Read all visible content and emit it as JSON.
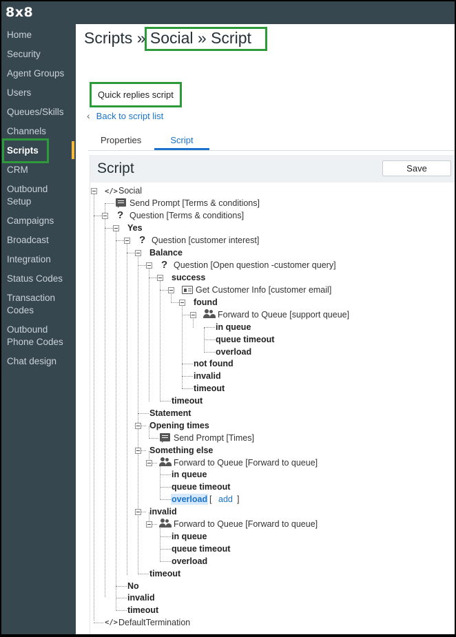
{
  "app": {
    "logo": "8x8"
  },
  "sidebar": {
    "items": [
      {
        "label": "Home"
      },
      {
        "label": "Security"
      },
      {
        "label": "Agent Groups"
      },
      {
        "label": "Users"
      },
      {
        "label": "Queues/Skills"
      },
      {
        "label": "Channels"
      },
      {
        "label": "Scripts",
        "active": true
      },
      {
        "label": "CRM"
      },
      {
        "label": "Outbound Setup"
      },
      {
        "label": "Campaigns"
      },
      {
        "label": "Broadcast"
      },
      {
        "label": "Integration"
      },
      {
        "label": "Status Codes"
      },
      {
        "label": "Transaction Codes"
      },
      {
        "label": "Outbound Phone Codes"
      },
      {
        "label": "Chat design"
      }
    ],
    "active_color": "#f6b93b"
  },
  "header": {
    "breadcrumb_root": "Scripts",
    "separator": "»",
    "breadcrumb_rest": "Social » Script"
  },
  "script": {
    "name": "Quick replies script",
    "back_label": "Back to script list"
  },
  "tabs": [
    {
      "label": "Properties"
    },
    {
      "label": "Script",
      "active": true
    }
  ],
  "panel": {
    "title": "Script",
    "save_label": "Save"
  },
  "tree": {
    "nodes": [
      {
        "label": "Social",
        "icon": "code-icon"
      },
      {
        "label": "Send Prompt [Terms & conditions]",
        "icon": "chat-icon"
      },
      {
        "label": "Question [Terms & conditions]",
        "icon": "question-icon"
      },
      {
        "label": "Yes"
      },
      {
        "label": "Question [customer interest]",
        "icon": "question-icon"
      },
      {
        "label": "Balance"
      },
      {
        "label": "Question [Open question -customer query]",
        "icon": "question-icon"
      },
      {
        "label": "success"
      },
      {
        "label": "Get Customer Info [customer email]",
        "icon": "id-card-icon"
      },
      {
        "label": "found"
      },
      {
        "label": "Forward to Queue [support queue]",
        "icon": "people-icon"
      },
      {
        "label": "in queue"
      },
      {
        "label": "queue timeout"
      },
      {
        "label": "overload"
      },
      {
        "label": "not found"
      },
      {
        "label": "invalid"
      },
      {
        "label": "timeout"
      },
      {
        "label": "timeout"
      },
      {
        "label": "Statement"
      },
      {
        "label": "Opening times"
      },
      {
        "label": "Send Prompt [Times]",
        "icon": "chat-icon"
      },
      {
        "label": "Something else"
      },
      {
        "label": "Forward to Queue [Forward to queue]",
        "icon": "people-icon"
      },
      {
        "label": "in queue"
      },
      {
        "label": "queue timeout"
      },
      {
        "label": "overload",
        "selected": true
      },
      {
        "label": "invalid"
      },
      {
        "label": "Forward to Queue [Forward to queue]",
        "icon": "people-icon"
      },
      {
        "label": "in queue"
      },
      {
        "label": "queue timeout"
      },
      {
        "label": "overload"
      },
      {
        "label": "timeout"
      },
      {
        "label": "No"
      },
      {
        "label": "invalid"
      },
      {
        "label": "timeout"
      },
      {
        "label": "DefaultTermination",
        "icon": "code-icon"
      }
    ],
    "add_open": "[",
    "add_label": "add",
    "add_close": "]"
  }
}
